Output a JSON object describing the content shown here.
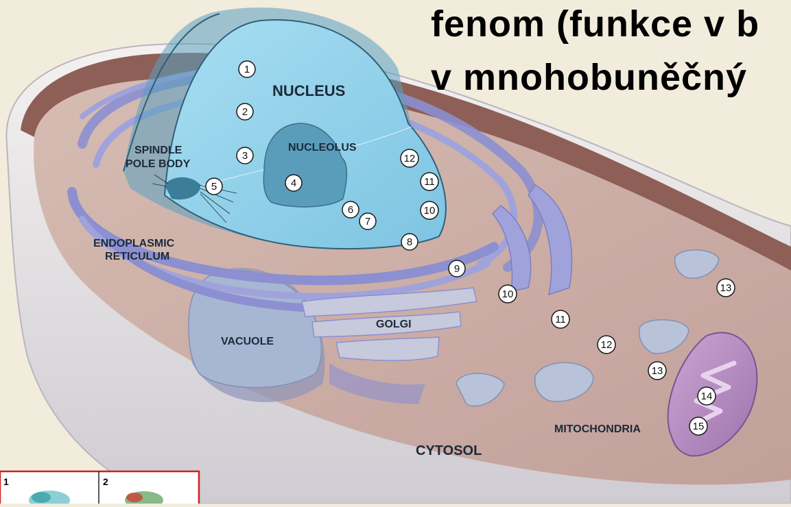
{
  "title": {
    "line1": "fenom (funkce v b",
    "line2": "v mnohobuněčný"
  },
  "labels": {
    "nucleus": "NUCLEUS",
    "nucleolus": "NUCLEOLUS",
    "spindle_line1": "SPINDLE",
    "spindle_line2": "POLE BODY",
    "er_line1": "ENDOPLASMIC",
    "er_line2": "RETICULUM",
    "vacuole": "VACUOLE",
    "golgi": "GOLGI",
    "mitochondria": "MITOCHONDRIA",
    "cytosol": "CYTOSOL"
  },
  "markers": [
    "1",
    "2",
    "3",
    "4",
    "5",
    "6",
    "7",
    "8",
    "12",
    "11",
    "10",
    "9",
    "10",
    "11",
    "12",
    "13",
    "13",
    "14",
    "15"
  ],
  "bottom_panel": {
    "cell1": "1",
    "cell2": "2"
  },
  "colors": {
    "background": "#f2ecdd",
    "cell_wall": "#ece8e6",
    "cytoplasm": "#c9a9a0",
    "membrane_rim": "#8e5f57",
    "nucleus": "#8fd0ea",
    "er": "#8c8fd0",
    "vacuole": "#a7b6d2",
    "mitochondria": "#b98fc4",
    "panel_border": "#d02020"
  }
}
